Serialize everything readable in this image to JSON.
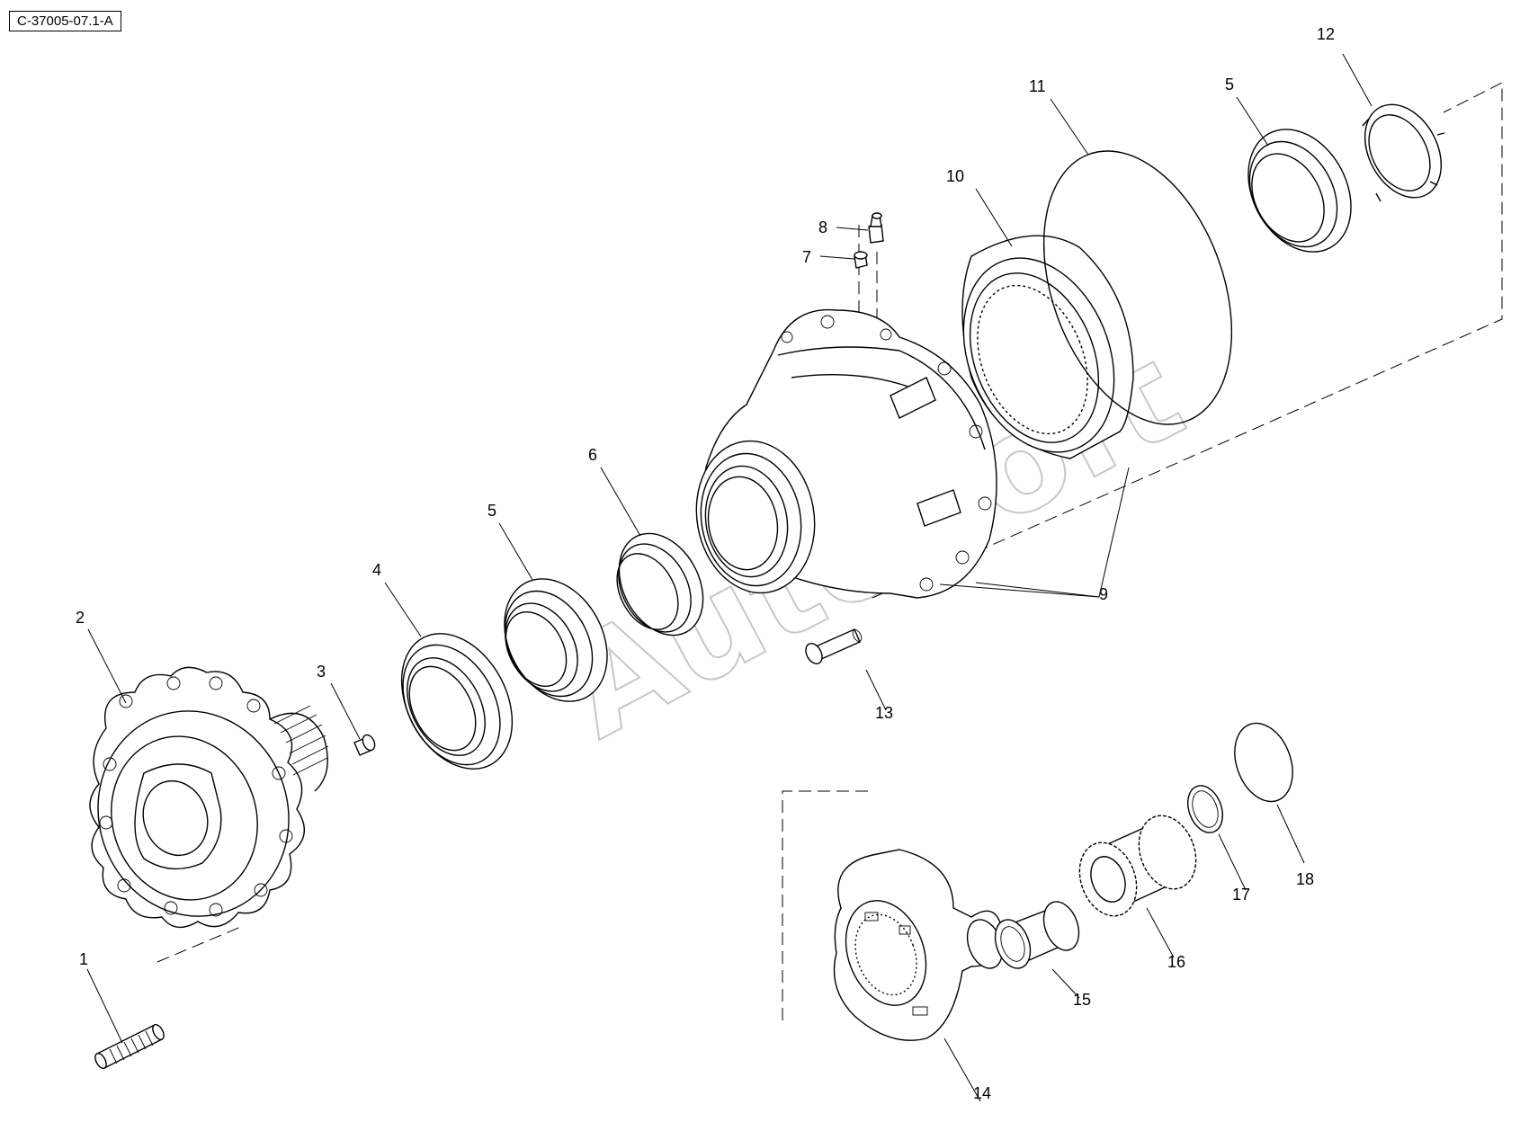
{
  "diagram": {
    "reference_code": "C-37005-07.1-A",
    "watermark": "AutoSoft",
    "callouts": [
      {
        "id": "c1",
        "label": "1"
      },
      {
        "id": "c2",
        "label": "2"
      },
      {
        "id": "c3",
        "label": "3"
      },
      {
        "id": "c4",
        "label": "4"
      },
      {
        "id": "c5a",
        "label": "5"
      },
      {
        "id": "c6",
        "label": "6"
      },
      {
        "id": "c7",
        "label": "7"
      },
      {
        "id": "c8",
        "label": "8"
      },
      {
        "id": "c9",
        "label": "9"
      },
      {
        "id": "c10",
        "label": "10"
      },
      {
        "id": "c11",
        "label": "11"
      },
      {
        "id": "c5b",
        "label": "5"
      },
      {
        "id": "c12",
        "label": "12"
      },
      {
        "id": "c13",
        "label": "13"
      },
      {
        "id": "c14",
        "label": "14"
      },
      {
        "id": "c15",
        "label": "15"
      },
      {
        "id": "c16",
        "label": "16"
      },
      {
        "id": "c17",
        "label": "17"
      },
      {
        "id": "c18",
        "label": "18"
      }
    ]
  }
}
